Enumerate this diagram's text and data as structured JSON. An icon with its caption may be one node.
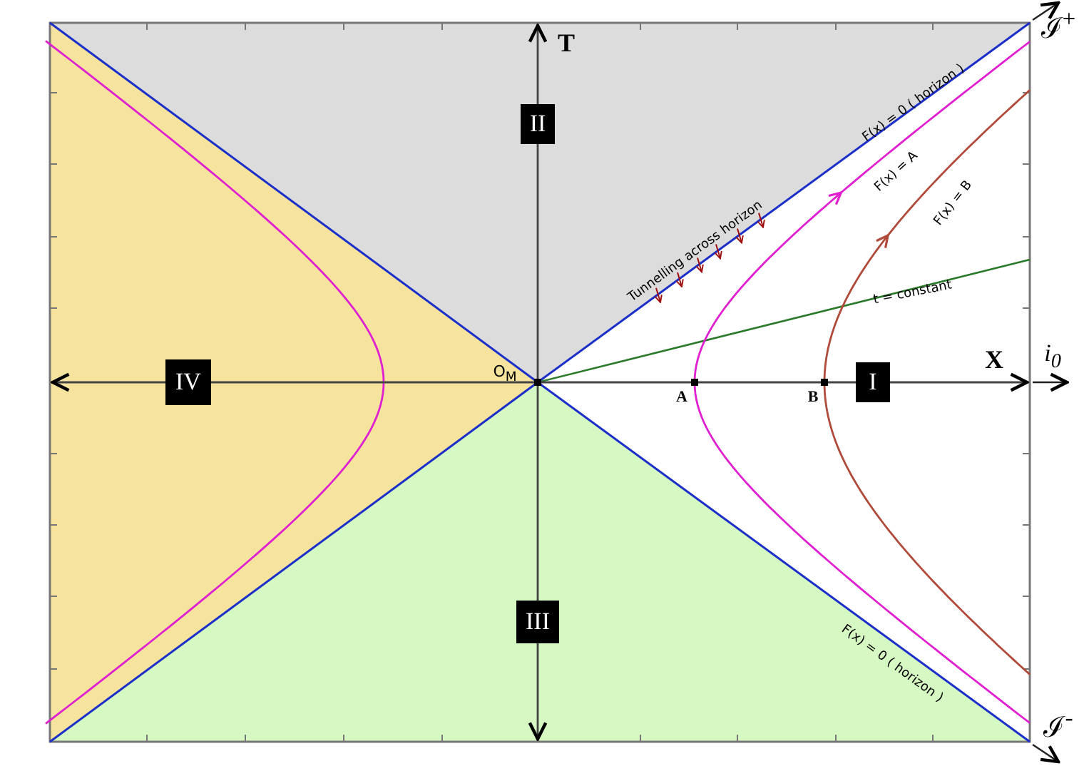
{
  "diagram": {
    "nodes": [
      {
        "text": [
          "II"
        ]
      },
      {
        "text": [
          "IV"
        ]
      },
      {
        "text": [
          "I"
        ]
      },
      {
        "text": [
          "III"
        ]
      }
    ],
    "labels": [
      "ℐ$^{+}$",
      "T",
      "F(x) = 0 ( horizon )",
      "F(x) = A",
      "F(x) = B",
      "Tunnelling across horizon",
      "t = constant",
      "X",
      "i$_{0}$",
      "O$_{M}$",
      "A",
      "B",
      "F(x) = 0 ( horizon )",
      "ℐ$^{-}$"
    ]
  }
}
